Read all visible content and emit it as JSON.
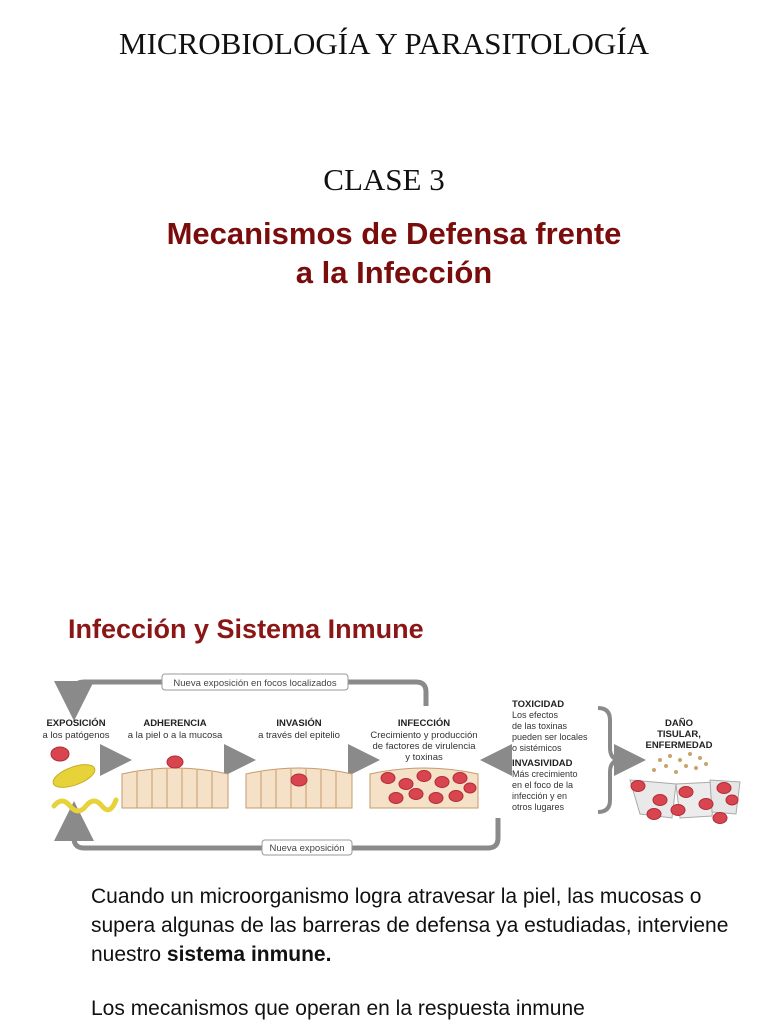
{
  "header": {
    "course_title": "MICROBIOLOGÍA Y PARASITOLOGÍA",
    "class_number": "CLASE 3",
    "main_title_line1": "Mecanismos de Defensa  frente",
    "main_title_line2": "a la Infección"
  },
  "section": {
    "title": "Infección y Sistema Inmune"
  },
  "diagram": {
    "top_loop_label": "Nueva exposición en focos localizados",
    "bottom_loop_label": "Nueva exposición",
    "stages": [
      {
        "title": "EXPOSICIÓN",
        "desc": [
          "a los patógenos"
        ]
      },
      {
        "title": "ADHERENCIA",
        "desc": [
          "a la piel o a la mucosa"
        ]
      },
      {
        "title": "INVASIÓN",
        "desc": [
          "a través del epitelio"
        ]
      },
      {
        "title": "INFECCIÓN",
        "desc": [
          "Crecimiento y producción",
          "de factores de virulencia",
          "y toxinas"
        ]
      }
    ],
    "outcomes": {
      "toxicity_title": "TOXICIDAD",
      "toxicity_desc": [
        "Los efectos",
        "de las toxinas",
        "pueden ser locales",
        "o sistémicos"
      ],
      "invasiveness_title": "INVASIVIDAD",
      "invasiveness_desc": [
        "Más crecimiento",
        "en el foco de la",
        "infección y en",
        "otros lugares"
      ]
    },
    "damage": [
      "DAÑO",
      "TISULAR,",
      "ENFERMEDAD"
    ],
    "colors": {
      "pathogen": "#d9454f",
      "pathogen_dark": "#b02c36",
      "epithelium": "#f4e1c8",
      "epithelium_edge": "#c79a6a",
      "bacillus": "#e7d23a",
      "arrow": "#8a8a8a"
    }
  },
  "body": {
    "paragraph1_text": "Cuando un microorganismo logra atravesar la piel, las mucosas o supera algunas de las barreras de defensa ya estudiadas, interviene nuestro ",
    "paragraph1_bold": "sistema inmune.",
    "paragraph2": "Los mecanismos que operan en la respuesta inmune"
  }
}
